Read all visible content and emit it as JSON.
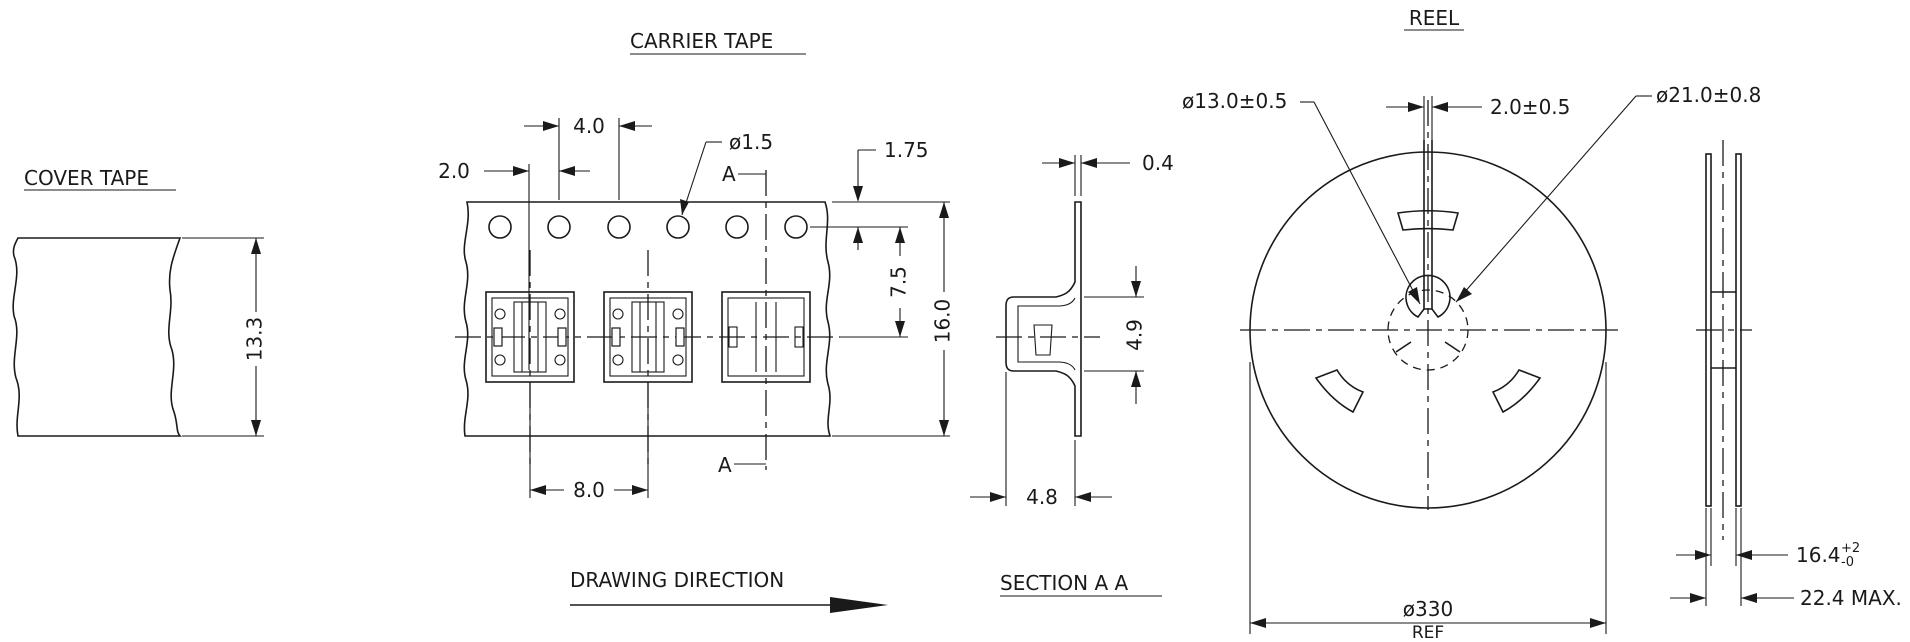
{
  "titles": {
    "carrier_tape": "CARRIER TAPE",
    "cover_tape": "COVER TAPE",
    "reel": "REEL",
    "section": "SECTION A A",
    "drawing_direction": "DRAWING DIRECTION"
  },
  "cover_tape": {
    "width": "13.3"
  },
  "carrier_tape": {
    "pitch_hole": "4.0",
    "hole_offset": "2.0",
    "hole_diameter": "ø1.5",
    "edge_to_hole": "1.75",
    "hole_to_center": "7.5",
    "tape_width": "16.0",
    "pocket_pitch": "8.0",
    "section_mark_top": "A",
    "section_mark_bottom": "A"
  },
  "section": {
    "thickness": "0.4",
    "pocket_depth": "4.9",
    "pocket_height": "4.8"
  },
  "reel": {
    "hub_diameter": "ø13.0±0.5",
    "slot_width": "2.0±0.5",
    "spindle_diameter": "ø21.0±0.8",
    "reel_diameter": "ø330",
    "reel_diameter_note": "REF",
    "inner_width": "16.4",
    "inner_width_plus": "+2",
    "inner_width_minus": "-0",
    "outer_width": "22.4 MAX."
  }
}
